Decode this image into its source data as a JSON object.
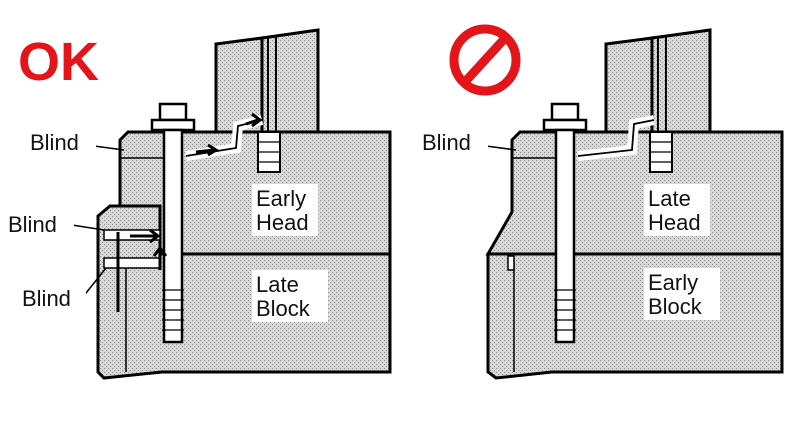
{
  "verdict": {
    "ok_label": "OK",
    "ok_color": "#e3151b",
    "prohibited_icon": "prohibited-icon",
    "prohibited_color": "#e3151b"
  },
  "left_panel": {
    "blind_top": "Blind",
    "blind_mid": "Blind",
    "blind_bottom": "Blind",
    "head_line1": "Early",
    "head_line2": "Head",
    "block_line1": "Late",
    "block_line2": "Block"
  },
  "right_panel": {
    "blind_top": "Blind",
    "head_line1": "Late",
    "head_line2": "Head",
    "block_line1": "Early",
    "block_line2": "Block"
  }
}
